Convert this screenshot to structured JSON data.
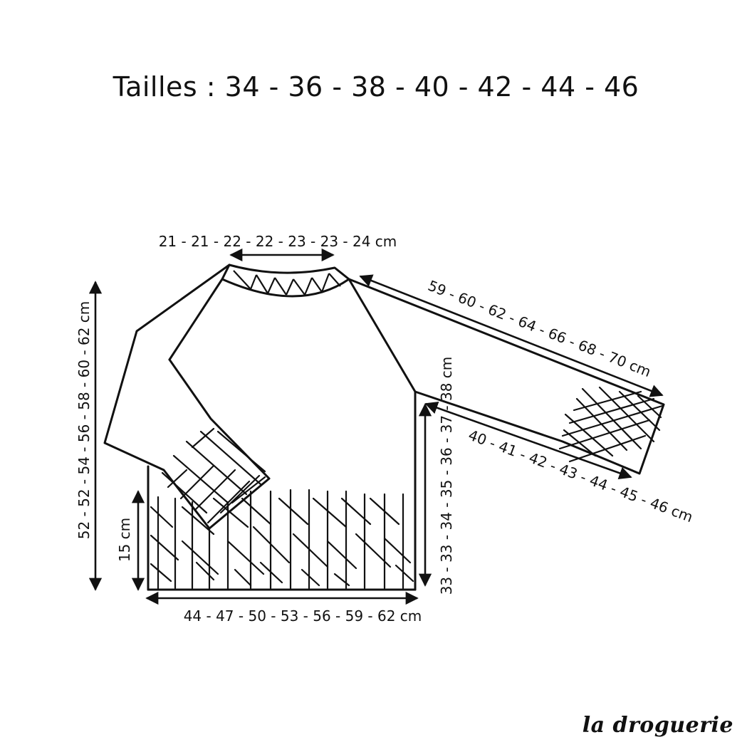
{
  "title": "Tailles : 34 - 36 - 38 - 40 - 42 - 44 - 46",
  "measurements": {
    "neck_width": "21 - 21 - 22 - 22 - 23 - 23 - 24 cm",
    "sleeve_length_raglan": "59 - 60 - 62 - 64 - 66 - 68 - 70 cm",
    "sleeve_length_underarm": "40 - 41 - 42 - 43 - 44 - 45 - 46 cm",
    "total_length": "52 - 52 - 54 - 56 - 58 - 60 - 62 cm",
    "side_length": "33 - 33 - 34 - 35 - 36 - 37 - 38 cm",
    "rib_height": "15 cm",
    "chest_width": "44 - 47 - 50 - 53 - 56 - 59 - 62 cm"
  },
  "brand": "la droguerie",
  "colors": {
    "ink": "#111111",
    "background": "#ffffff"
  }
}
